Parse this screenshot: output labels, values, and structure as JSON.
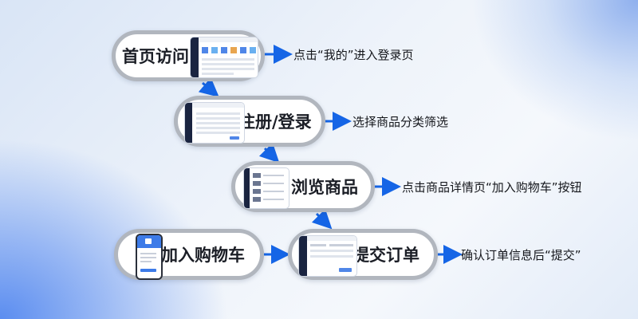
{
  "steps": [
    {
      "label": "首页访问",
      "note": "点击“我的”进入登录页"
    },
    {
      "label": "注册/登录",
      "note": "选择商品分类筛选"
    },
    {
      "label": "浏览商品",
      "note": "点击商品详情页“加入购物车”按钮"
    },
    {
      "label": "提交订单",
      "note": "确认订单信息后“提交”"
    }
  ],
  "side_step": {
    "label": "加入购物车"
  },
  "colors": {
    "arrow": "#1565e6",
    "pill_border": "#b1b6be",
    "dark_panel": "#1a2440"
  }
}
